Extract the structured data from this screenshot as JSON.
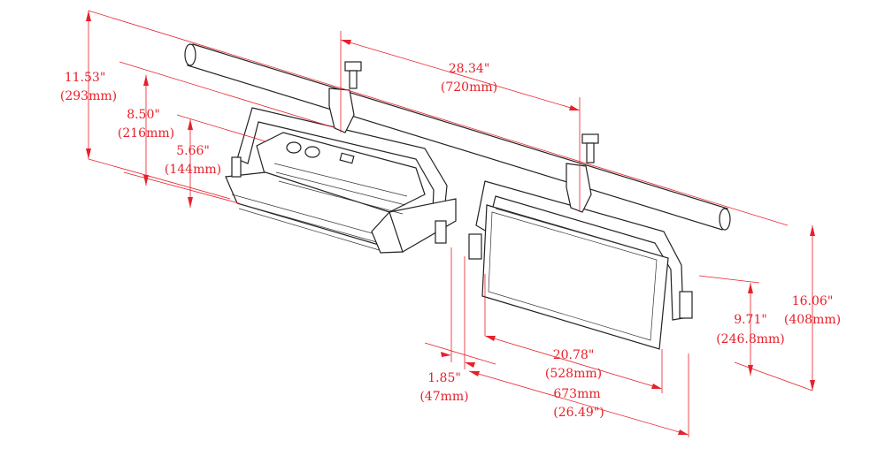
{
  "dimensions": {
    "total_height": {
      "imperial": "11.53\"",
      "metric": "(293mm)"
    },
    "bracket_height": {
      "imperial": "8.50\"",
      "metric": "(216mm)"
    },
    "body_depth": {
      "imperial": "5.66\"",
      "metric": "(144mm)"
    },
    "pipe_spacing": {
      "imperial": "28.34\"",
      "metric": "(720mm)"
    },
    "overall_height": {
      "imperial": "16.06\"",
      "metric": "(408mm)"
    },
    "panel_height": {
      "imperial": "9.71\"",
      "metric": "(246.8mm)"
    },
    "panel_width": {
      "imperial": "20.78\"",
      "metric": "(528mm)"
    },
    "bracket_offset": {
      "imperial": "1.85\"",
      "metric": "(47mm)"
    },
    "overall_width": {
      "metric": "673mm",
      "imperial": "(26.49\")"
    }
  },
  "colors": {
    "dimension": "#e8202a",
    "outline": "#222222"
  }
}
